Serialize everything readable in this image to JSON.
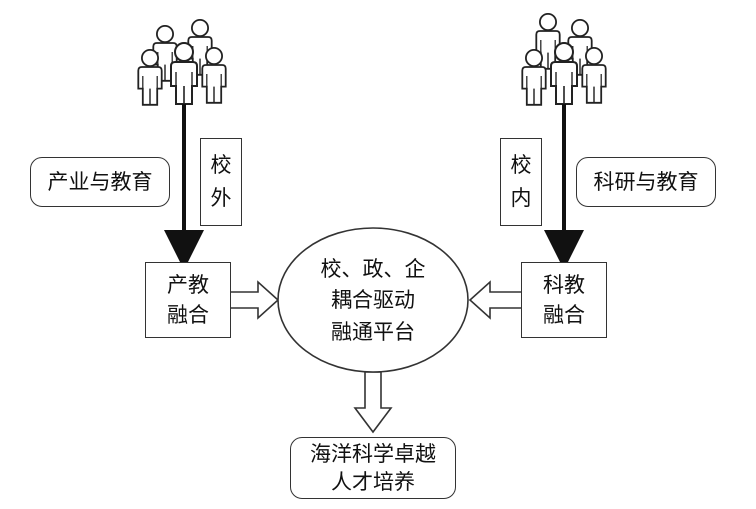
{
  "left_group": {
    "side_label": "产业与教育",
    "vertical_label": [
      "校",
      "外"
    ],
    "node": [
      "产教",
      "融合"
    ]
  },
  "right_group": {
    "side_label": "科研与教育",
    "vertical_label": [
      "校",
      "内"
    ],
    "node": [
      "科教",
      "融合"
    ]
  },
  "center_node": [
    "校、政、企",
    "耦合驱动",
    "融通平台"
  ],
  "bottom_node": [
    "海洋科学卓越",
    "人才培养"
  ],
  "icons": {
    "left_people": "people-group-icon",
    "right_people": "people-group-icon"
  }
}
